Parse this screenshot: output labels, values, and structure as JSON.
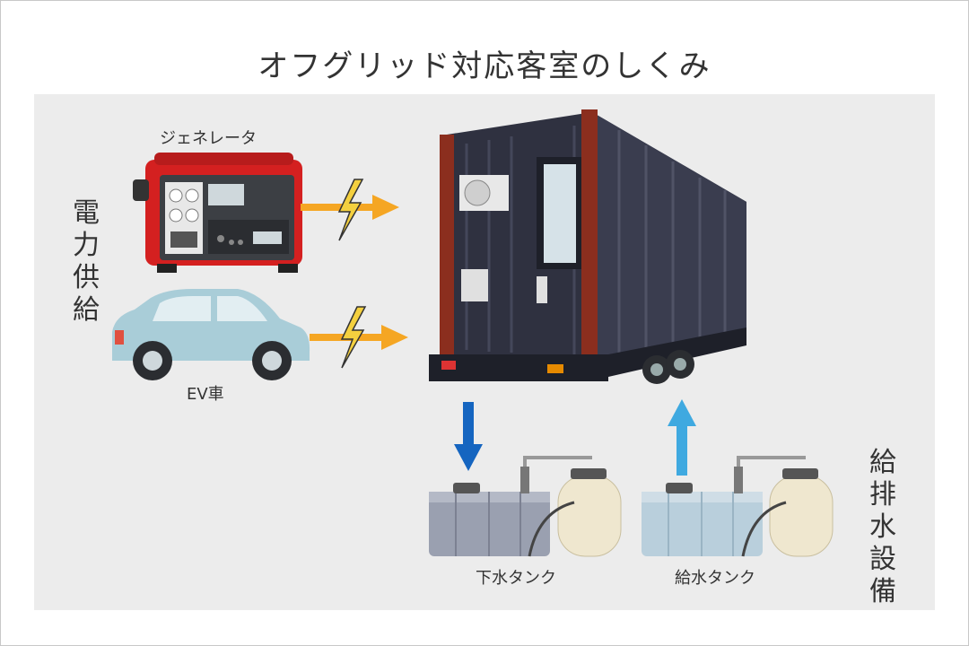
{
  "title": "オフグリッド対応客室のしくみ",
  "labels": {
    "power_supply": "電力供給",
    "water_facilities": "給排水設備",
    "generator": "ジェネレータ",
    "ev": "EV車",
    "sewage_tank": "下水タンク",
    "supply_tank": "給水タンク"
  },
  "colors": {
    "background": "#ececec",
    "arrow_orange": "#f5a623",
    "lightning": "#f4d03f",
    "down_arrow": "#1565c0",
    "up_arrow": "#3fa9e0",
    "container": "#2f3140",
    "frame_red": "#8b2e1e",
    "generator_red": "#d42020",
    "car": "#a9cdd8"
  }
}
